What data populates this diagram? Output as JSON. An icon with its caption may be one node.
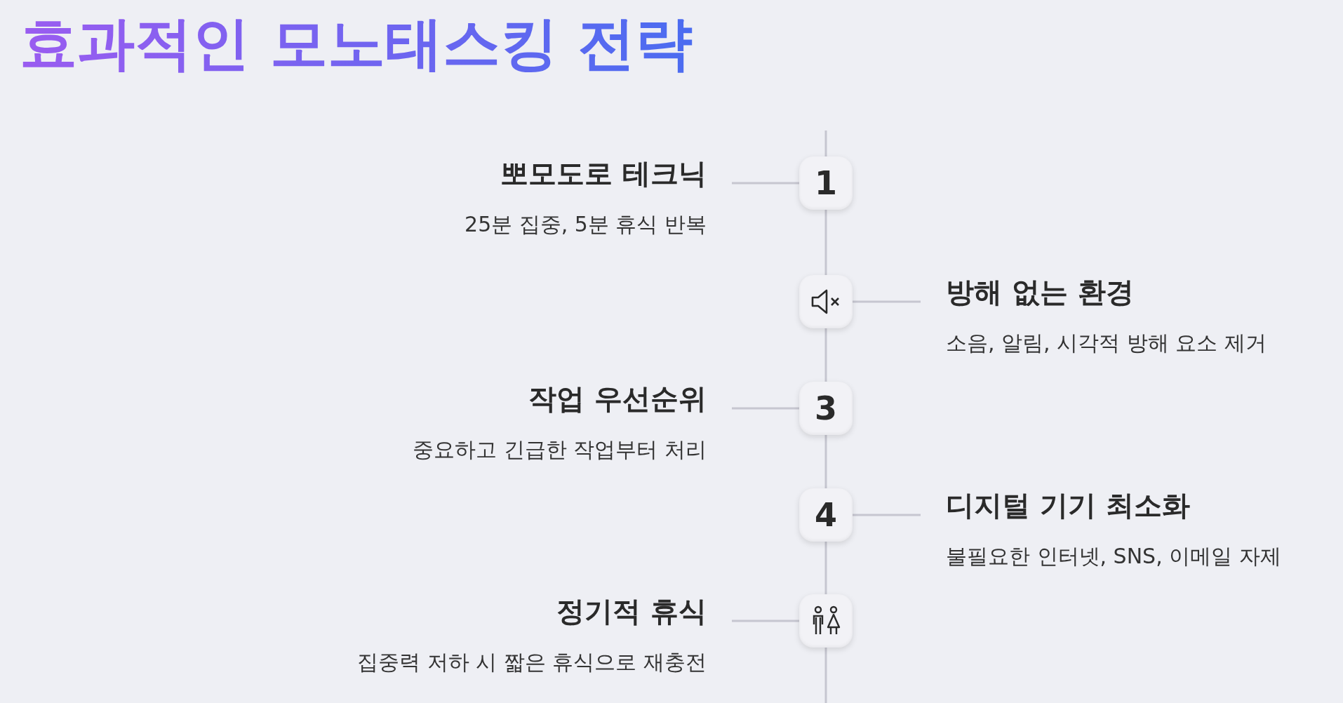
{
  "diagram": {
    "title": "효과적인 모노태스킹 전략",
    "nodes": [
      {
        "text": [
          "뽀모도로 테크닉",
          "25분 집중, 5분 휴식 반복"
        ]
      },
      {
        "text": [
          "1"
        ]
      },
      {
        "text": [],
        "shape": "box"
      },
      {
        "text": [
          "방해 없는 환경",
          "소음, 알림, 시각적 방해 요소 제거"
        ]
      },
      {
        "text": [
          "작업 우선순위",
          "중요하고 긴급한 작업부터 처리"
        ]
      },
      {
        "text": [
          "3"
        ]
      },
      {
        "text": [
          "4"
        ]
      },
      {
        "text": [
          "디지털 기기 최소화",
          "불필요한 인터넷, SNS, 이메일 자제"
        ]
      },
      {
        "text": [
          "정기적 휴식",
          "집중력 저하 시 짧은 휴식으로 재충전"
        ]
      },
      {
        "text": [],
        "shape": "box"
      }
    ],
    "edges": [
      {
        "from": 1,
        "to": 0,
        "arrow": "none"
      },
      {
        "from": 2,
        "to": 3,
        "arrow": "none"
      },
      {
        "from": 5,
        "to": 4,
        "arrow": "none"
      },
      {
        "from": 6,
        "to": 7,
        "arrow": "none"
      },
      {
        "from": 9,
        "to": 8,
        "arrow": "none"
      },
      {
        "from": 1,
        "to": 2,
        "arrow": "none"
      },
      {
        "from": 2,
        "to": 5,
        "arrow": "none"
      },
      {
        "from": 5,
        "to": 6,
        "arrow": "none"
      },
      {
        "from": 6,
        "to": 9,
        "arrow": "none"
      }
    ]
  }
}
